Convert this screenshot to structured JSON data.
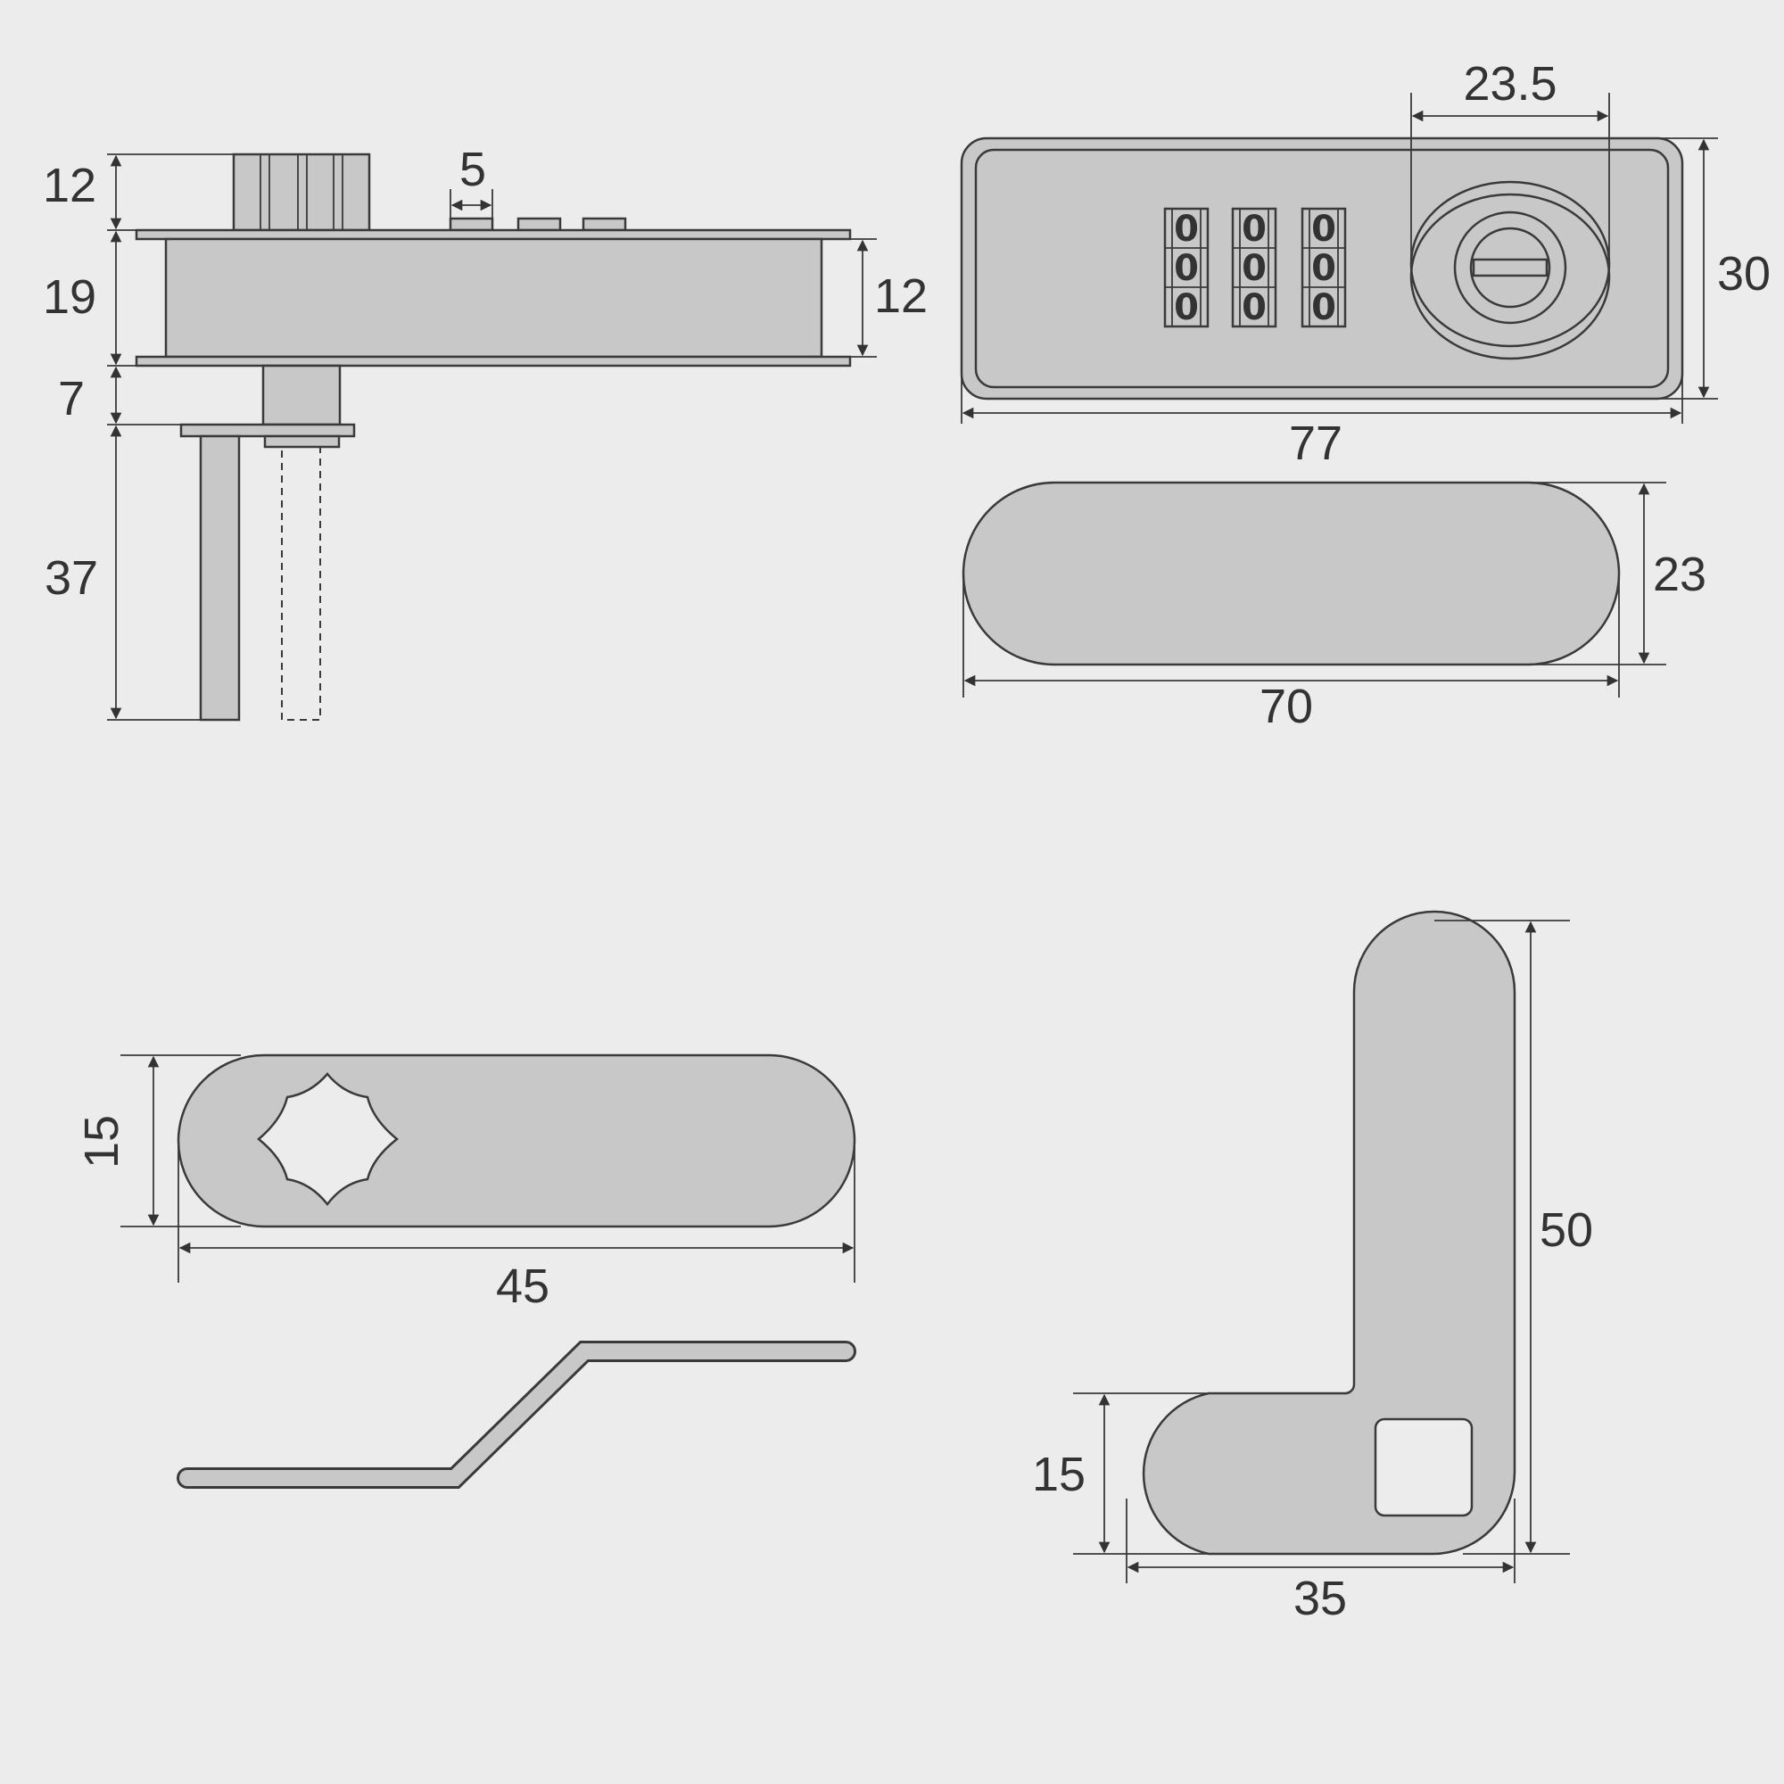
{
  "colors": {
    "background": "#ececec",
    "part_fill": "#c8c8c9",
    "stroke": "#3a3a3a",
    "text": "#333333"
  },
  "side_view": {
    "dims": {
      "knob_height": "12",
      "body_height": "19",
      "inner_height": "12",
      "neck_height": "7",
      "shaft_length": "37",
      "button_width": "5"
    }
  },
  "front_view": {
    "dims": {
      "keyhole_width": "23.5",
      "height": "30",
      "width": "77"
    },
    "wheels": [
      [
        "0",
        "0",
        "0"
      ],
      [
        "0",
        "0",
        "0"
      ],
      [
        "0",
        "0",
        "0"
      ]
    ]
  },
  "back_plate": {
    "dims": {
      "height": "23",
      "width": "70"
    }
  },
  "straight_cam": {
    "dims": {
      "height": "15",
      "width": "45"
    }
  },
  "l_cam": {
    "dims": {
      "height": "50",
      "arm_height": "15",
      "width": "35"
    }
  }
}
